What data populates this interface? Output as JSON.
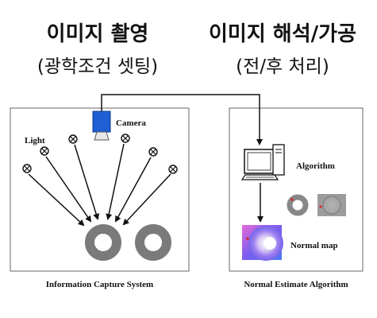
{
  "left_panel": {
    "title": "이미지 촬영",
    "subtitle": "(광학조건 셋팅)",
    "caption": "Information Capture System",
    "camera_label": "Camera",
    "light_label": "Light"
  },
  "right_panel": {
    "title": "이미지 해석/가공",
    "subtitle": "(전/후 처리)",
    "caption": "Normal Estimate Algorithm",
    "algorithm_label": "Algorithm",
    "normal_map_label": "Normal map"
  },
  "colors": {
    "camera": "#1f5fd6",
    "ring": "#7a7a7a",
    "border": "#666666"
  }
}
